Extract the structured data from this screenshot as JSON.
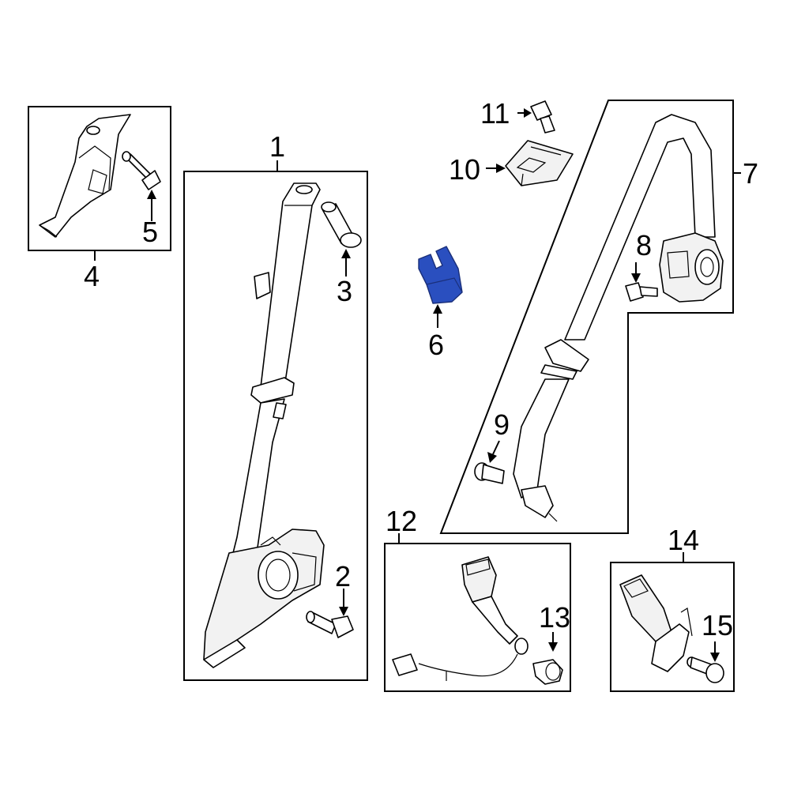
{
  "diagram": {
    "callouts": [
      {
        "id": "1",
        "text": "1"
      },
      {
        "id": "2",
        "text": "2"
      },
      {
        "id": "3",
        "text": "3"
      },
      {
        "id": "4",
        "text": "4"
      },
      {
        "id": "5",
        "text": "5"
      },
      {
        "id": "6",
        "text": "6"
      },
      {
        "id": "7",
        "text": "7"
      },
      {
        "id": "8",
        "text": "8"
      },
      {
        "id": "9",
        "text": "9"
      },
      {
        "id": "10",
        "text": "10"
      },
      {
        "id": "11",
        "text": "11"
      },
      {
        "id": "12",
        "text": "12"
      },
      {
        "id": "13",
        "text": "13"
      },
      {
        "id": "14",
        "text": "14"
      },
      {
        "id": "15",
        "text": "15"
      }
    ],
    "colors": {
      "line": "#000000",
      "panel_fill": "#f4f4f4",
      "highlight_part": "#2a4fbf",
      "background": "#ffffff"
    },
    "highlighted_part": "6"
  }
}
